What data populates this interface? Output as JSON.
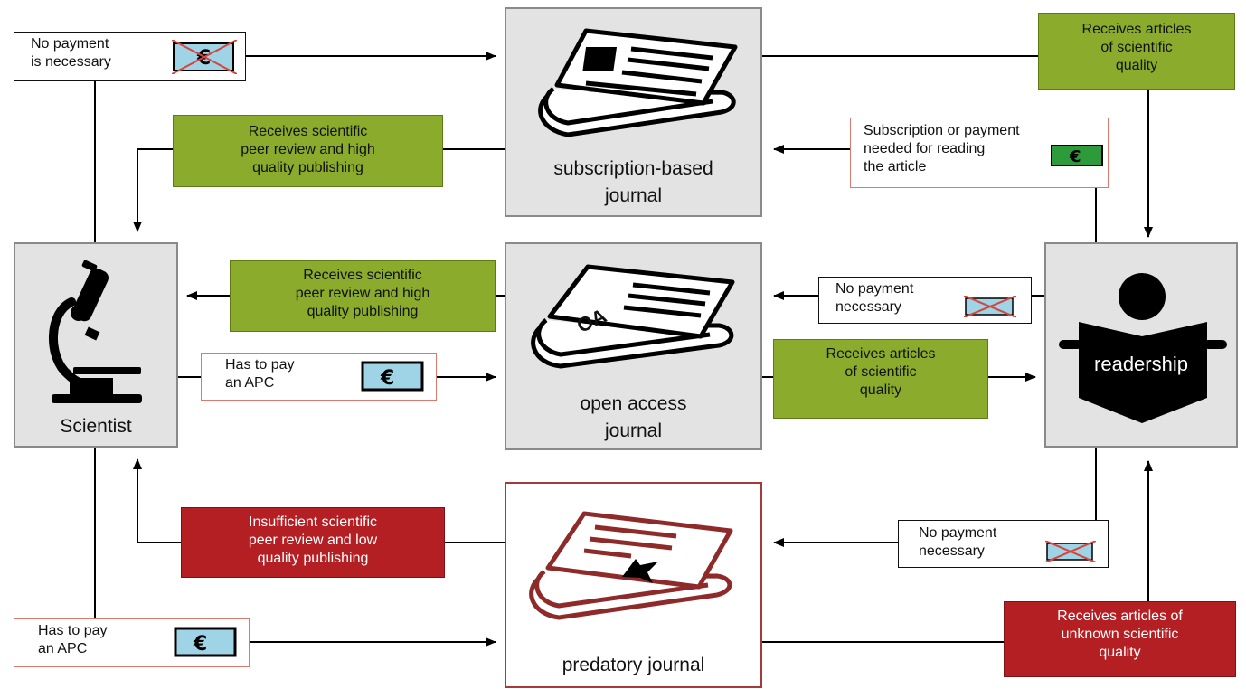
{
  "nodes": {
    "scientist": {
      "label": "Scientist"
    },
    "subscription_journal": {
      "label": "subscription-based\njournal"
    },
    "open_access_journal": {
      "label": "open access\njournal",
      "icon_text": "OA"
    },
    "predatory_journal": {
      "label": "predatory journal"
    },
    "readership": {
      "label": "readership"
    }
  },
  "labels": {
    "no_payment_scientist": "No payment\nis necessary",
    "receives_quality_top": "Receives articles\nof scientific\nquality",
    "sub_peer_review": "Receives scientific\npeer review and high\nquality publishing",
    "sub_payment_needed": "Subscription or payment\nneeded for reading\nthe article",
    "oa_peer_review": "Receives scientific\npeer review and high\nquality publishing",
    "oa_no_payment": "No payment\nnecessary",
    "oa_pay_apc": "Has to pay\nan APC",
    "oa_receives_quality": "Receives articles\nof scientific\nquality",
    "pred_insufficient": "Insufficient scientific\npeer review and low\nquality publishing",
    "pred_no_payment": "No payment\nnecessary",
    "pred_pay_apc": "Has to pay\nan APC",
    "pred_unknown_quality": "Receives articles of\nunknown scientific\nquality"
  },
  "icons": {
    "currency_symbol": "€",
    "scientist_icon": "microscope-icon",
    "subscription_icon": "newspaper-icon",
    "open_access_icon": "oa-newspaper-icon",
    "predatory_icon": "predatory-newspaper-icon",
    "readership_icon": "reader-icon"
  },
  "colors": {
    "green": "#8aab2c",
    "dark_red": "#b41f24",
    "predatory_red": "#a63a3a",
    "node_gray": "#e3e3e3"
  }
}
